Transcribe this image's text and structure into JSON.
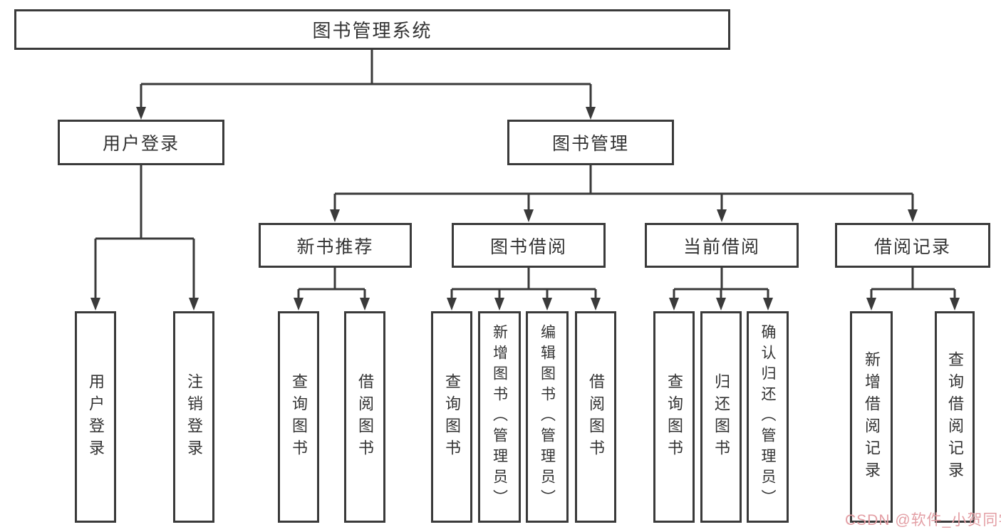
{
  "diagram": {
    "root": {
      "label": "图书管理系统"
    },
    "level2": {
      "user_login": "用户登录",
      "book_mgmt": "图书管理"
    },
    "level3": {
      "new_books": "新书推荐",
      "book_borrow": "图书借阅",
      "current_borrow": "当前借阅",
      "borrow_records": "借阅记录"
    },
    "leaves": {
      "user_login": [
        "用户登录",
        "注销登录"
      ],
      "new_books": [
        "查询图书",
        "借阅图书"
      ],
      "book_borrow": [
        "查询图书",
        "新增图书（管理员）",
        "编辑图书（管理员）",
        "借阅图书"
      ],
      "current_borrow": [
        "查询图书",
        "归还图书",
        "确认归还（管理员）"
      ],
      "borrow_records": [
        "新增借阅记录",
        "查询借阅记录"
      ]
    }
  },
  "watermark": {
    "text": "CSDN @软件_小贺同学",
    "color": "#e39ea4"
  },
  "colors": {
    "line": "#3a3a3a",
    "box_border": "#3a3a3a",
    "text": "#333333",
    "background": "#ffffff"
  }
}
